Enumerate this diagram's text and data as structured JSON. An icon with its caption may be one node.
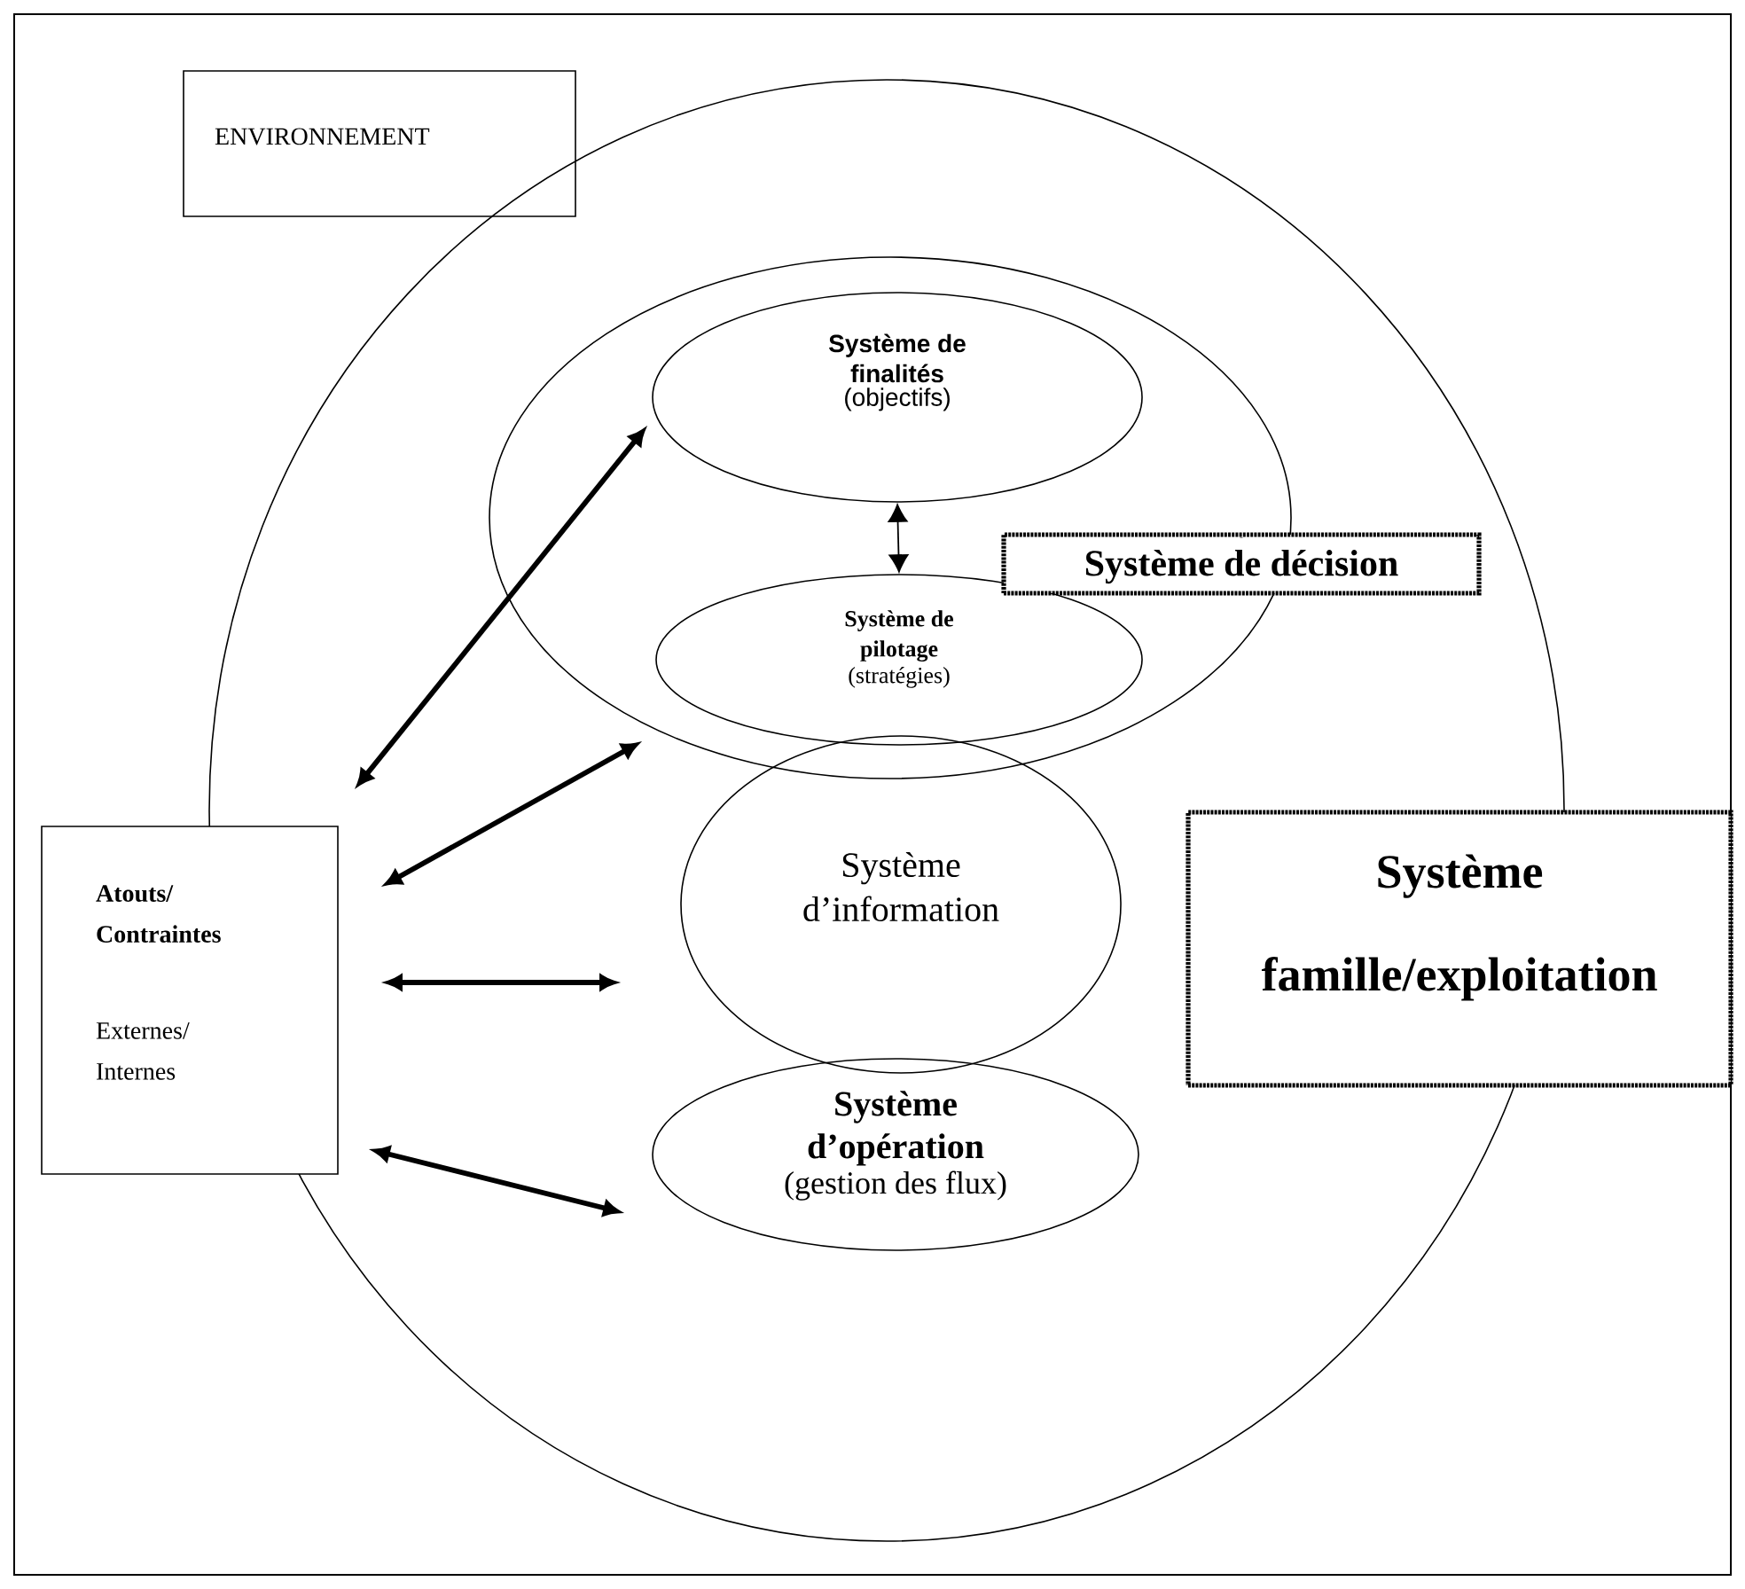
{
  "diagram": {
    "nodes": [
      {
        "text": [
          "ENVIRONNEMENT"
        ]
      },
      {
        "text": [],
        "shape": "circle"
      },
      {
        "text": [],
        "shape": "circle",
        "in": 1
      },
      {
        "text": [
          "Système de finalités",
          "(objectifs)"
        ],
        "in": 2
      },
      {
        "text": [
          "Système de pilotage",
          "(stratégies)"
        ],
        "in": 2
      },
      {
        "text": [
          "Système d’information"
        ],
        "in": 1
      },
      {
        "text": [
          "Système d’opération",
          "(gestion des flux)"
        ],
        "in": 1
      },
      {
        "text": [
          "Atouts/ Contraintes",
          "Externes/ Internes"
        ]
      },
      {
        "text": [
          "¨",
          "Système de décision"
        ],
        "in": 1
      },
      {
        "text": [
          "Système famille/exploitation"
        ]
      }
    ],
    "edges": [
      {
        "from": 7,
        "to": 3,
        "arrow": "both"
      },
      {
        "from": 7,
        "to": 4,
        "arrow": "both"
      },
      {
        "from": 7,
        "to": 5,
        "arrow": "both"
      },
      {
        "from": 7,
        "to": 6,
        "arrow": "both"
      },
      {
        "from": 3,
        "to": 4,
        "arrow": "both"
      }
    ]
  }
}
